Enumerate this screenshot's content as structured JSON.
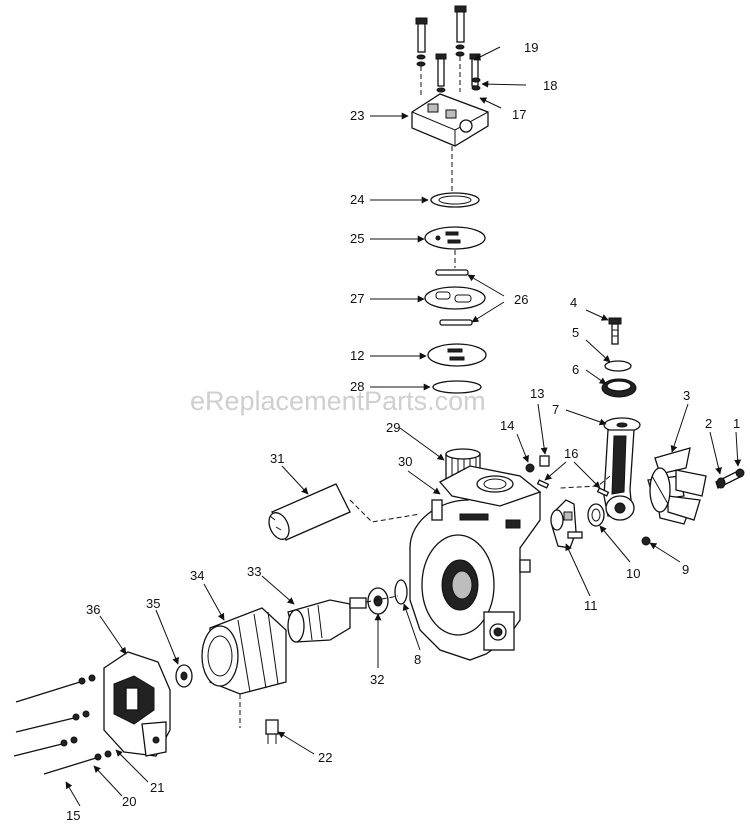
{
  "watermark": "eReplacementParts.com",
  "callouts": {
    "n1": "1",
    "n2": "2",
    "n3": "3",
    "n4": "4",
    "n5": "5",
    "n6": "6",
    "n7": "7",
    "n8": "8",
    "n9": "9",
    "n10": "10",
    "n11": "11",
    "n12": "12",
    "n13": "13",
    "n14": "14",
    "n15": "15",
    "n16": "16",
    "n17": "17",
    "n18": "18",
    "n19": "19",
    "n20": "20",
    "n21": "21",
    "n22": "22",
    "n23": "23",
    "n24": "24",
    "n25": "25",
    "n26": "26",
    "n27": "27",
    "n28": "28",
    "n29": "29",
    "n30": "30",
    "n31": "31",
    "n32": "32",
    "n33": "33",
    "n34": "34",
    "n35": "35",
    "n36": "36"
  }
}
